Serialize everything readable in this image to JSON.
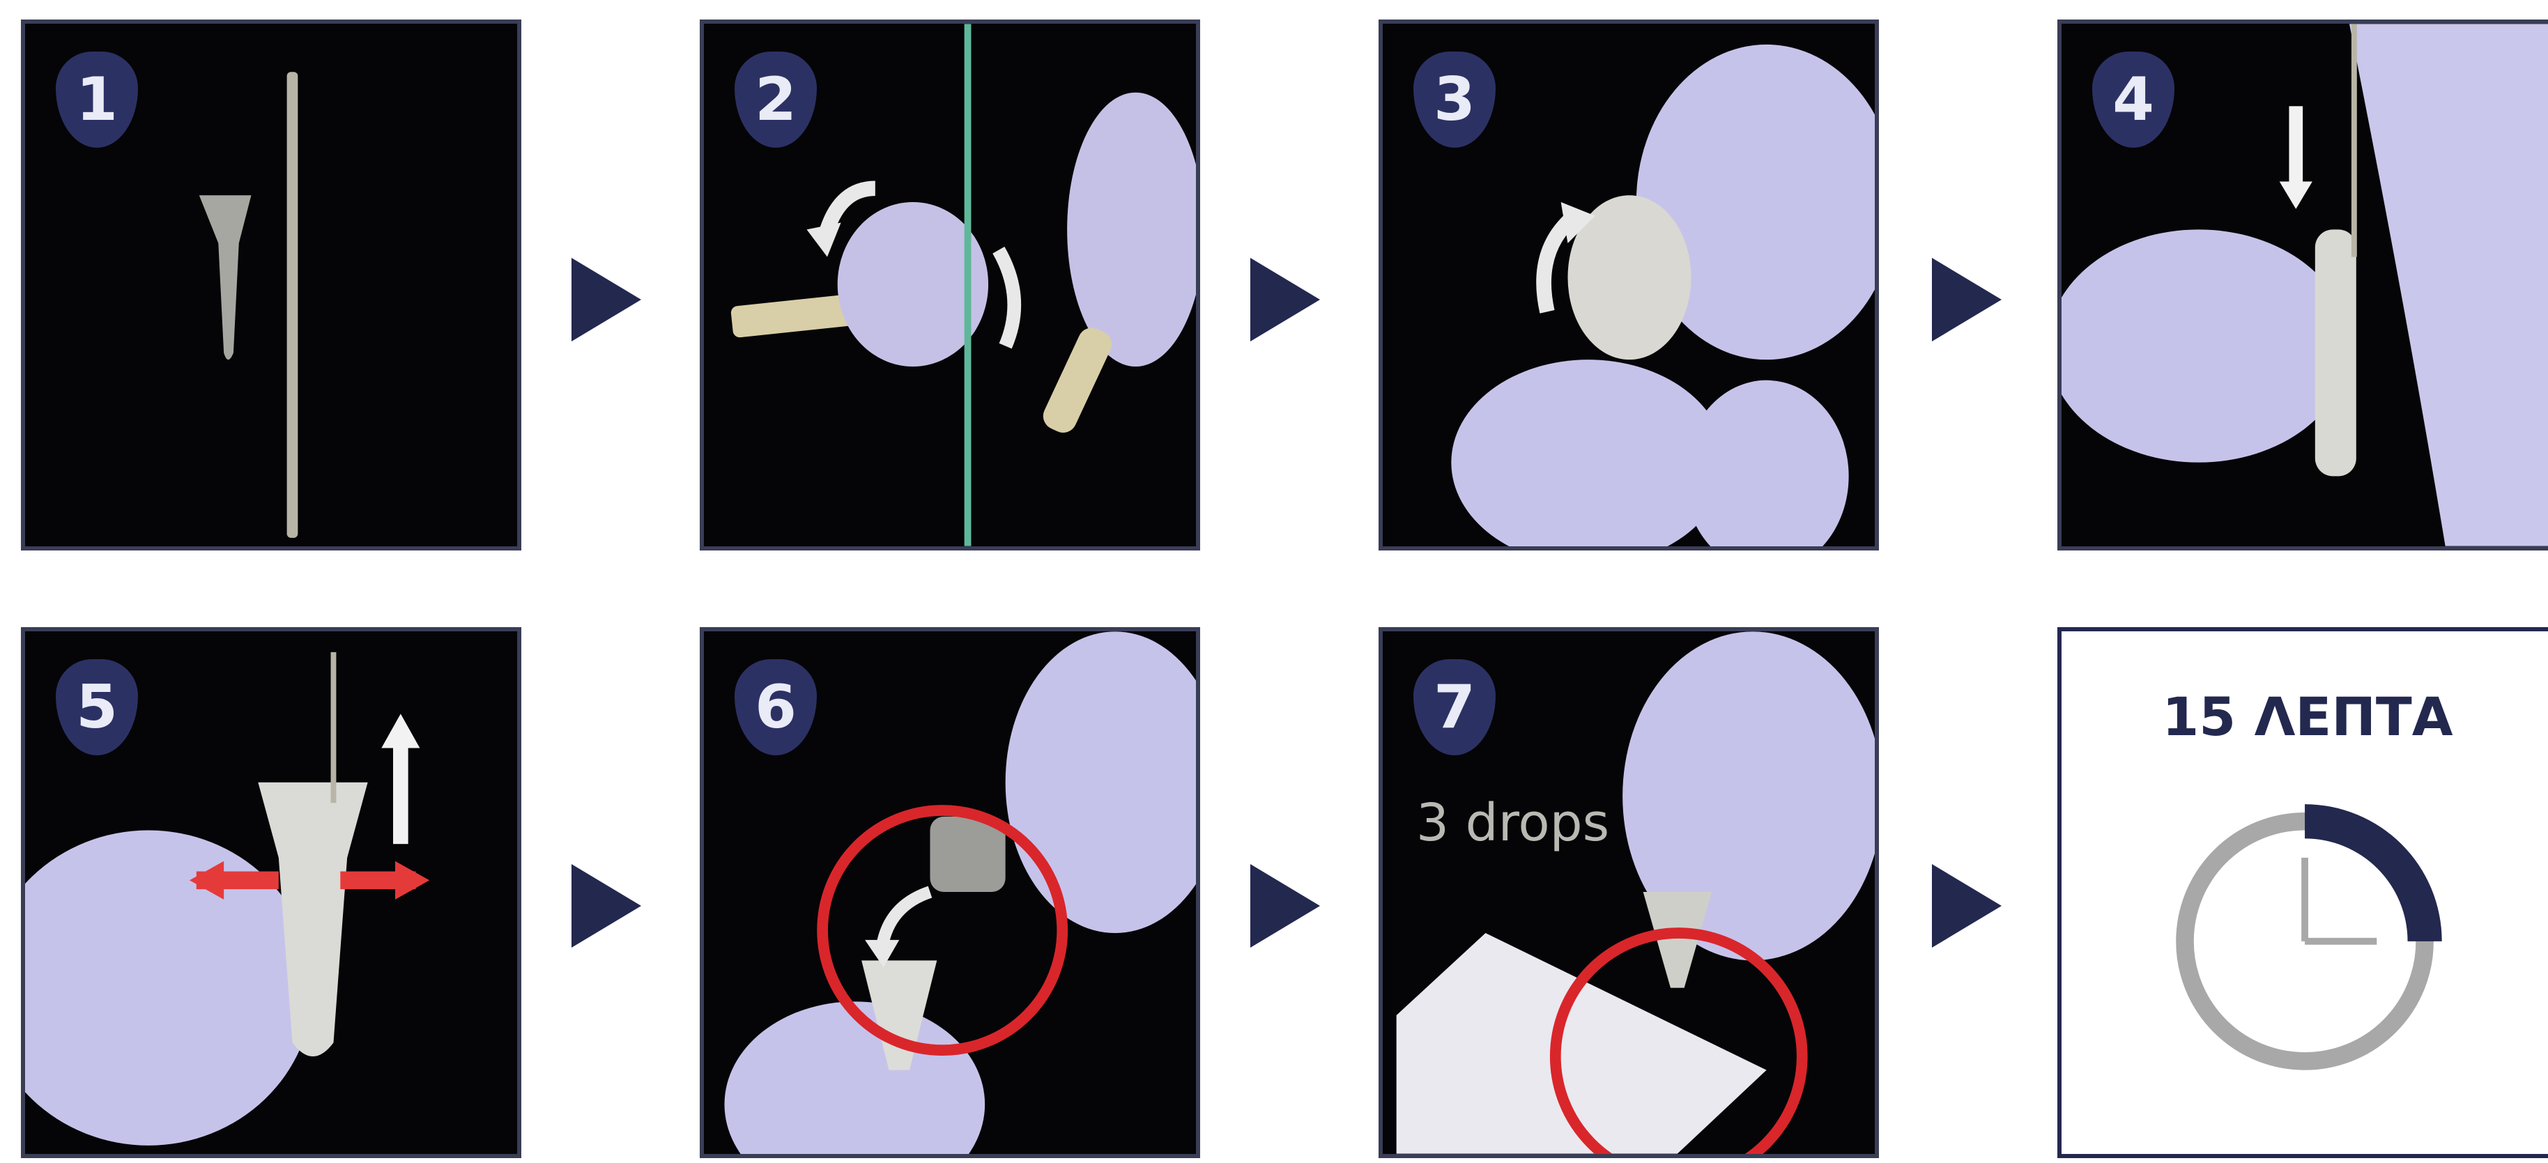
{
  "steps": [
    {
      "number": "1"
    },
    {
      "number": "2"
    },
    {
      "number": "3"
    },
    {
      "number": "4"
    },
    {
      "number": "5"
    },
    {
      "number": "6"
    },
    {
      "number": "7",
      "caption": "3 drops"
    }
  ],
  "timer": {
    "label": "15 ΛΕΠΤΑ",
    "progress_fraction": 0.25
  },
  "colors": {
    "badge": "#2c3164",
    "arrow": "#23284f",
    "highlight_circle": "#d9262b",
    "glove": "#c9c6ea",
    "timer_ring": "#a8a8a8"
  },
  "icons": [
    "step-arrow-icon",
    "clock-icon"
  ]
}
